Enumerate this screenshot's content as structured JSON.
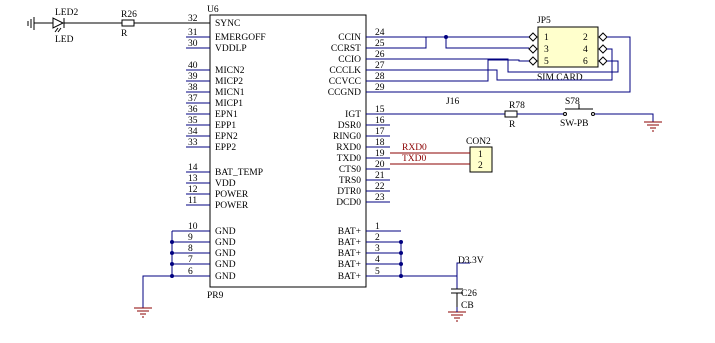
{
  "u6": {
    "ref": "U6",
    "pkg": "PR9",
    "left_pins": [
      {
        "num": "32",
        "name": "SYNC"
      },
      {
        "num": "31",
        "name": "EMERGOFF"
      },
      {
        "num": "30",
        "name": "VDDLP"
      },
      {
        "num": "40",
        "name": "MICN2"
      },
      {
        "num": "39",
        "name": "MICP2"
      },
      {
        "num": "38",
        "name": "MICN1"
      },
      {
        "num": "37",
        "name": "MICP1"
      },
      {
        "num": "36",
        "name": "EPN1"
      },
      {
        "num": "35",
        "name": "EPP1"
      },
      {
        "num": "34",
        "name": "EPN2"
      },
      {
        "num": "33",
        "name": "EPP2"
      },
      {
        "num": "14",
        "name": "BAT_TEMP"
      },
      {
        "num": "13",
        "name": "VDD"
      },
      {
        "num": "12",
        "name": "POWER"
      },
      {
        "num": "11",
        "name": "POWER"
      },
      {
        "num": "10",
        "name": "GND"
      },
      {
        "num": "9",
        "name": "GND"
      },
      {
        "num": "8",
        "name": "GND"
      },
      {
        "num": "7",
        "name": "GND"
      },
      {
        "num": "6",
        "name": "GND"
      }
    ],
    "right_pins": [
      {
        "num": "24",
        "name": "CCIN"
      },
      {
        "num": "25",
        "name": "CCRST"
      },
      {
        "num": "26",
        "name": "CCIO"
      },
      {
        "num": "27",
        "name": "CCCLK"
      },
      {
        "num": "28",
        "name": "CCVCC"
      },
      {
        "num": "29",
        "name": "CCGND"
      },
      {
        "num": "15",
        "name": "IGT"
      },
      {
        "num": "16",
        "name": "DSR0"
      },
      {
        "num": "17",
        "name": "RING0"
      },
      {
        "num": "18",
        "name": "RXD0"
      },
      {
        "num": "19",
        "name": "TXD0"
      },
      {
        "num": "20",
        "name": "CTS0"
      },
      {
        "num": "21",
        "name": "TRS0"
      },
      {
        "num": "22",
        "name": "DTR0"
      },
      {
        "num": "23",
        "name": "DCD0"
      },
      {
        "num": "1",
        "name": "BAT+"
      },
      {
        "num": "2",
        "name": "BAT+"
      },
      {
        "num": "3",
        "name": "BAT+"
      },
      {
        "num": "4",
        "name": "BAT+"
      },
      {
        "num": "5",
        "name": "BAT+"
      }
    ]
  },
  "led": {
    "ref": "LED2",
    "value": "LED"
  },
  "r26": {
    "ref": "R26",
    "value": "R"
  },
  "jp5": {
    "ref": "JP5",
    "label": "SIM CARD",
    "sub": "J16",
    "pins_left": [
      "1",
      "3",
      "5"
    ],
    "pins_right": [
      "2",
      "4",
      "6"
    ]
  },
  "r78": {
    "ref": "R78",
    "value": "R"
  },
  "s78": {
    "ref": "S78",
    "value": "SW-PB"
  },
  "con2": {
    "ref": "CON2",
    "pins": [
      "1",
      "2"
    ]
  },
  "nets": {
    "rxd": "RXD0",
    "txd": "TXD0"
  },
  "d33": {
    "ref": "D3.3V"
  },
  "c26": {
    "ref": "C26",
    "value": "CB"
  },
  "colors": {
    "wire": "#000080",
    "signal": "#8b0000",
    "part": "#000000",
    "connector_fill": "#ffffcc"
  }
}
